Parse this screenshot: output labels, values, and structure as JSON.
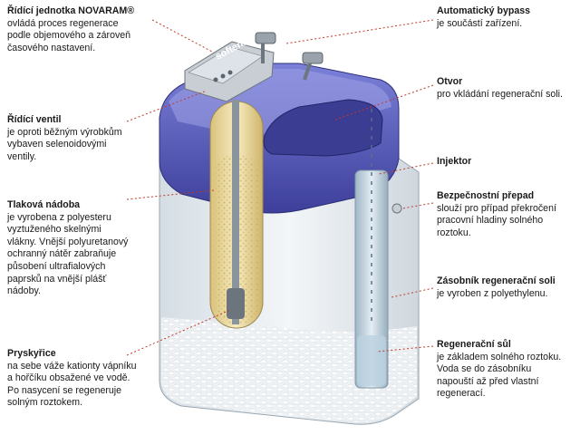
{
  "device_brand": "softena",
  "colors": {
    "leader_line": "#c0392b",
    "lid": "#5a5fc0",
    "tank_body": "#e9eef2"
  },
  "labels": [
    {
      "id": "control-unit",
      "title": "Řídící jednotka NOVARAM®",
      "text": "ovládá proces regenerace\npodle objemového a zároveň\nčasového nastavení."
    },
    {
      "id": "control-valve",
      "title": "Řídící ventil",
      "text": "je oproti běžným výrobkům\nvybaven selenoidovými\nventily."
    },
    {
      "id": "pressure-vessel",
      "title": "Tlaková nádoba",
      "text": "je vyrobena z polyesteru\nvyztuženého skelnými\nvlákny. Vnější polyuretanový\nochranný nátěr zabraňuje\npůsobení ultrafialových\npaprsků na vnější plášť\nnádoby."
    },
    {
      "id": "resin",
      "title": "Pryskyřice",
      "text": "na sebe váže kationty vápníku\na hořčíku obsažené ve vodě.\nPo nasycení se regeneruje\nsolným roztokem."
    },
    {
      "id": "auto-bypass",
      "title": "Automatický bypass",
      "text": "je součástí zařízení."
    },
    {
      "id": "opening",
      "title": "Otvor",
      "text": "pro vkládání regenerační soli."
    },
    {
      "id": "injector",
      "title": "Injektor",
      "text": ""
    },
    {
      "id": "safety-overflow",
      "title": "Bezpečnostní přepad",
      "text": "slouží pro případ překročení\npracovní hladiny solného\nroztoku."
    },
    {
      "id": "salt-reservoir",
      "title": "Zásobník regenerační soli",
      "text": "je vyroben z polyethylenu."
    },
    {
      "id": "regen-salt",
      "title": "Regenerační sůl",
      "text": "je základem solného roztoku.\nVoda se do zásobníku\nnapouští až před vlastní\nregenerací."
    }
  ]
}
